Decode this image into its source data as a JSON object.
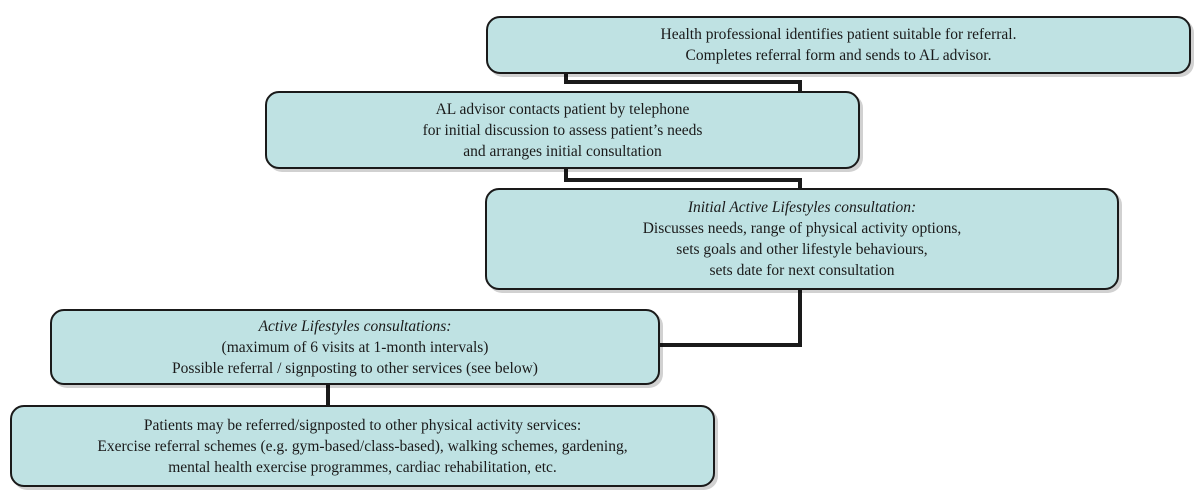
{
  "boxes": {
    "referral": {
      "lines": [
        "Health professional identifies patient suitable for referral.",
        "Completes referral form and sends to AL advisor."
      ]
    },
    "telephone": {
      "lines": [
        "AL advisor contacts patient by telephone",
        "for initial discussion to assess patient’s needs",
        "and arranges initial consultation"
      ]
    },
    "initial_consultation": {
      "title": "Initial Active Lifestyles consultation:",
      "lines": [
        "Discusses needs, range of physical activity options,",
        "sets goals and other lifestyle behaviours,",
        "sets date for next consultation"
      ]
    },
    "consultations": {
      "title": "Active Lifestyles consultations:",
      "lines": [
        "(maximum of 6 visits at 1-month intervals)",
        "Possible referral / signposting to other services (see below)"
      ]
    },
    "other_services": {
      "lines": [
        "Patients may be referred/signposted to other physical activity services:",
        "Exercise referral schemes (e.g. gym-based/class-based), walking schemes, gardening,",
        "mental health exercise programmes, cardiac rehabilitation, etc."
      ]
    }
  },
  "colors": {
    "box_fill": "#bfe2e3",
    "border": "#1a1a1a"
  }
}
